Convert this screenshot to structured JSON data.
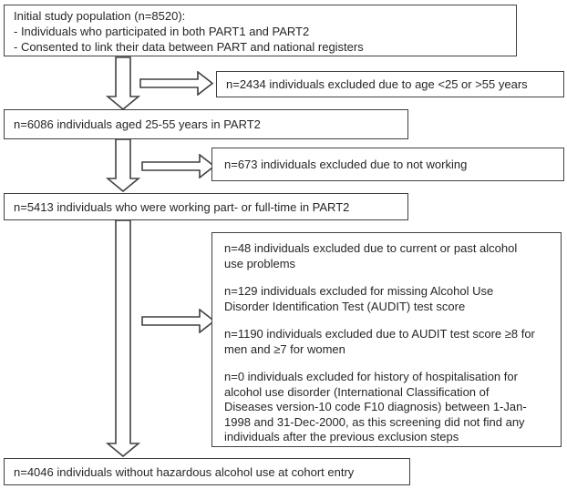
{
  "diagram": {
    "type": "study-population-flowchart",
    "boxes": {
      "initial": {
        "lines": [
          "Initial study population (n=8520):",
          "- Individuals who participated in both PART1 and PART2",
          "- Consented to link their data between PART and national registers"
        ]
      },
      "excluded_age": {
        "text": "n=2434 individuals excluded due to age <25 or >55 years"
      },
      "aged": {
        "text": "n=6086 individuals aged 25-55 years in PART2"
      },
      "excluded_not_working": {
        "text": "n=673 individuals excluded due to not working"
      },
      "working": {
        "text": "n=5413 individuals who were working part- or full-time in PART2"
      },
      "excluded_alcohol": {
        "paragraphs": [
          "n=48 individuals excluded due to current or past alcohol use problems",
          "n=129 individuals excluded for missing Alcohol Use Disorder Identification Test (AUDIT) test score",
          "n=1190 individuals excluded due to AUDIT test score ≥8 for men and ≥7 for women",
          "n=0 individuals excluded for history of hospitalisation for alcohol use disorder (International Classification of Diseases version-10 code F10 diagnosis) between 1-Jan-1998 and 31-Dec-2000, as this screening did not find any individuals after the previous exclusion steps"
        ]
      },
      "final": {
        "text": "n=4046 individuals without hazardous alcohol use at cohort entry"
      }
    },
    "colors": {
      "border": "#404040",
      "text": "#262626",
      "background": "#ffffff"
    }
  }
}
